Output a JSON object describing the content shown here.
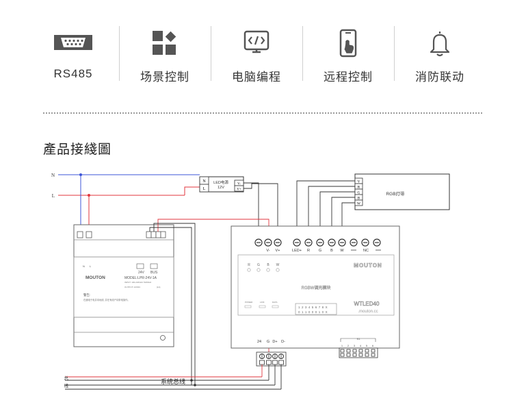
{
  "features": [
    {
      "icon": "serial-port-icon",
      "label": "RS485"
    },
    {
      "icon": "grid-tiles-icon",
      "label": "场景控制"
    },
    {
      "icon": "code-monitor-icon",
      "label": "电脑编程"
    },
    {
      "icon": "phone-touch-icon",
      "label": "远程控制"
    },
    {
      "icon": "bell-icon",
      "label": "消防联动"
    }
  ],
  "section_title": "產品接綫圖",
  "colors": {
    "blue": "#3d55d8",
    "red": "#e0353d",
    "line": "#333333"
  },
  "diagram": {
    "mains": {
      "n": "N",
      "l": "L"
    },
    "led_supply": {
      "terminals_in": [
        "N",
        "L"
      ],
      "terminals_out": [
        "V-",
        "V+"
      ],
      "title": "LED电源",
      "voltage": "12V"
    },
    "rgb_strip": {
      "terminals": [
        "V",
        "R",
        "G",
        "B",
        "W"
      ],
      "label": "RGB灯带"
    },
    "psu": {
      "labels": [
        "N",
        "L"
      ],
      "brand": "MOUTON",
      "out_label": "24V",
      "bus_label": "BUS",
      "model": "MODEL:LPR-24V-1A",
      "input": "INPUT:  100-240VAC  50/60Hz",
      "output": "OUTPUT:       24VDC      ",
      "output_tag": "[1A]",
      "warn_title": "警告:",
      "warn_text": "在通电于电并将地线, 并在有线产将带电操作。"
    },
    "module": {
      "top_terminals": [
        "V-",
        "V+",
        "LED+",
        "R",
        "G",
        "B",
        "W",
        "NC"
      ],
      "led_labels": [
        "R",
        "G",
        "B",
        "W"
      ],
      "brand": "MOUTON",
      "name": "RGBW调光模块",
      "buttons": [
        "POWER",
        "LINK",
        "DATA"
      ],
      "model": "WTLED40",
      "site": ".mouton.cc",
      "dip_row1": "1 2 3 4 5 6 7 8 X",
      "dip_row2": "0 1 1 0 0 0 1 0 X",
      "bottom_terminals": [
        "24",
        "G",
        "D+",
        "D-"
      ],
      "dip_title": "S1",
      "dip_numbers": [
        "1",
        "2",
        "3",
        "4",
        "5",
        "6"
      ]
    },
    "bus_legend": [
      "总",
      "线"
    ],
    "bus_label": "系统总线"
  }
}
